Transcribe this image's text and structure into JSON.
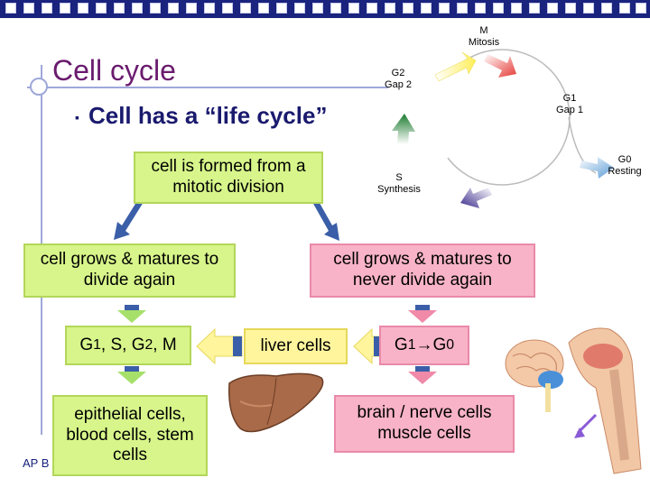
{
  "title": "Cell cycle",
  "bullet": "Cell has a “life cycle”",
  "bullet_symbol": "▪",
  "top_box": "cell is formed from a mitotic division",
  "left_box": "cell grows & matures to divide again",
  "right_box": "cell grows & matures to never divide again",
  "cycle_box": {
    "g1": "G",
    "s1": "1",
    "mid": ", S, G",
    "s2": "2",
    "end": ", M"
  },
  "liver_box": "liver cells",
  "g1g0_box": {
    "g1": "G",
    "s1": "1",
    "arrow": "→",
    "g0": "G",
    "s0": "0"
  },
  "epithelial_box": "epithelial cells, blood cells, stem cells",
  "brain_box": "brain / nerve cells muscle cells",
  "footer": "AP B",
  "cycle_diagram": {
    "m": {
      "letter": "M",
      "name": "Mitosis"
    },
    "g1": {
      "letter": "G1",
      "name": "Gap 1"
    },
    "g0": {
      "letter": "G0",
      "name": "Resting"
    },
    "s": {
      "letter": "S",
      "name": "Synthesis"
    },
    "g2": {
      "letter": "G2",
      "name": "Gap 2"
    },
    "colors": {
      "mitosis_arrow": "#e53935",
      "g1_arrow": "#5b9bd5",
      "s_arrow": "#3a2a8a",
      "g2_arrow": "#1b7a2e",
      "m_entry_arrow": "#ffee58"
    }
  },
  "colors": {
    "title": "#6a1b6e",
    "bullet": "#1a1a6e",
    "green_box": "#d7f58a",
    "pink_box": "#f8b3c8",
    "yellow_box": "#fff59d",
    "banner": "#1a237e"
  }
}
